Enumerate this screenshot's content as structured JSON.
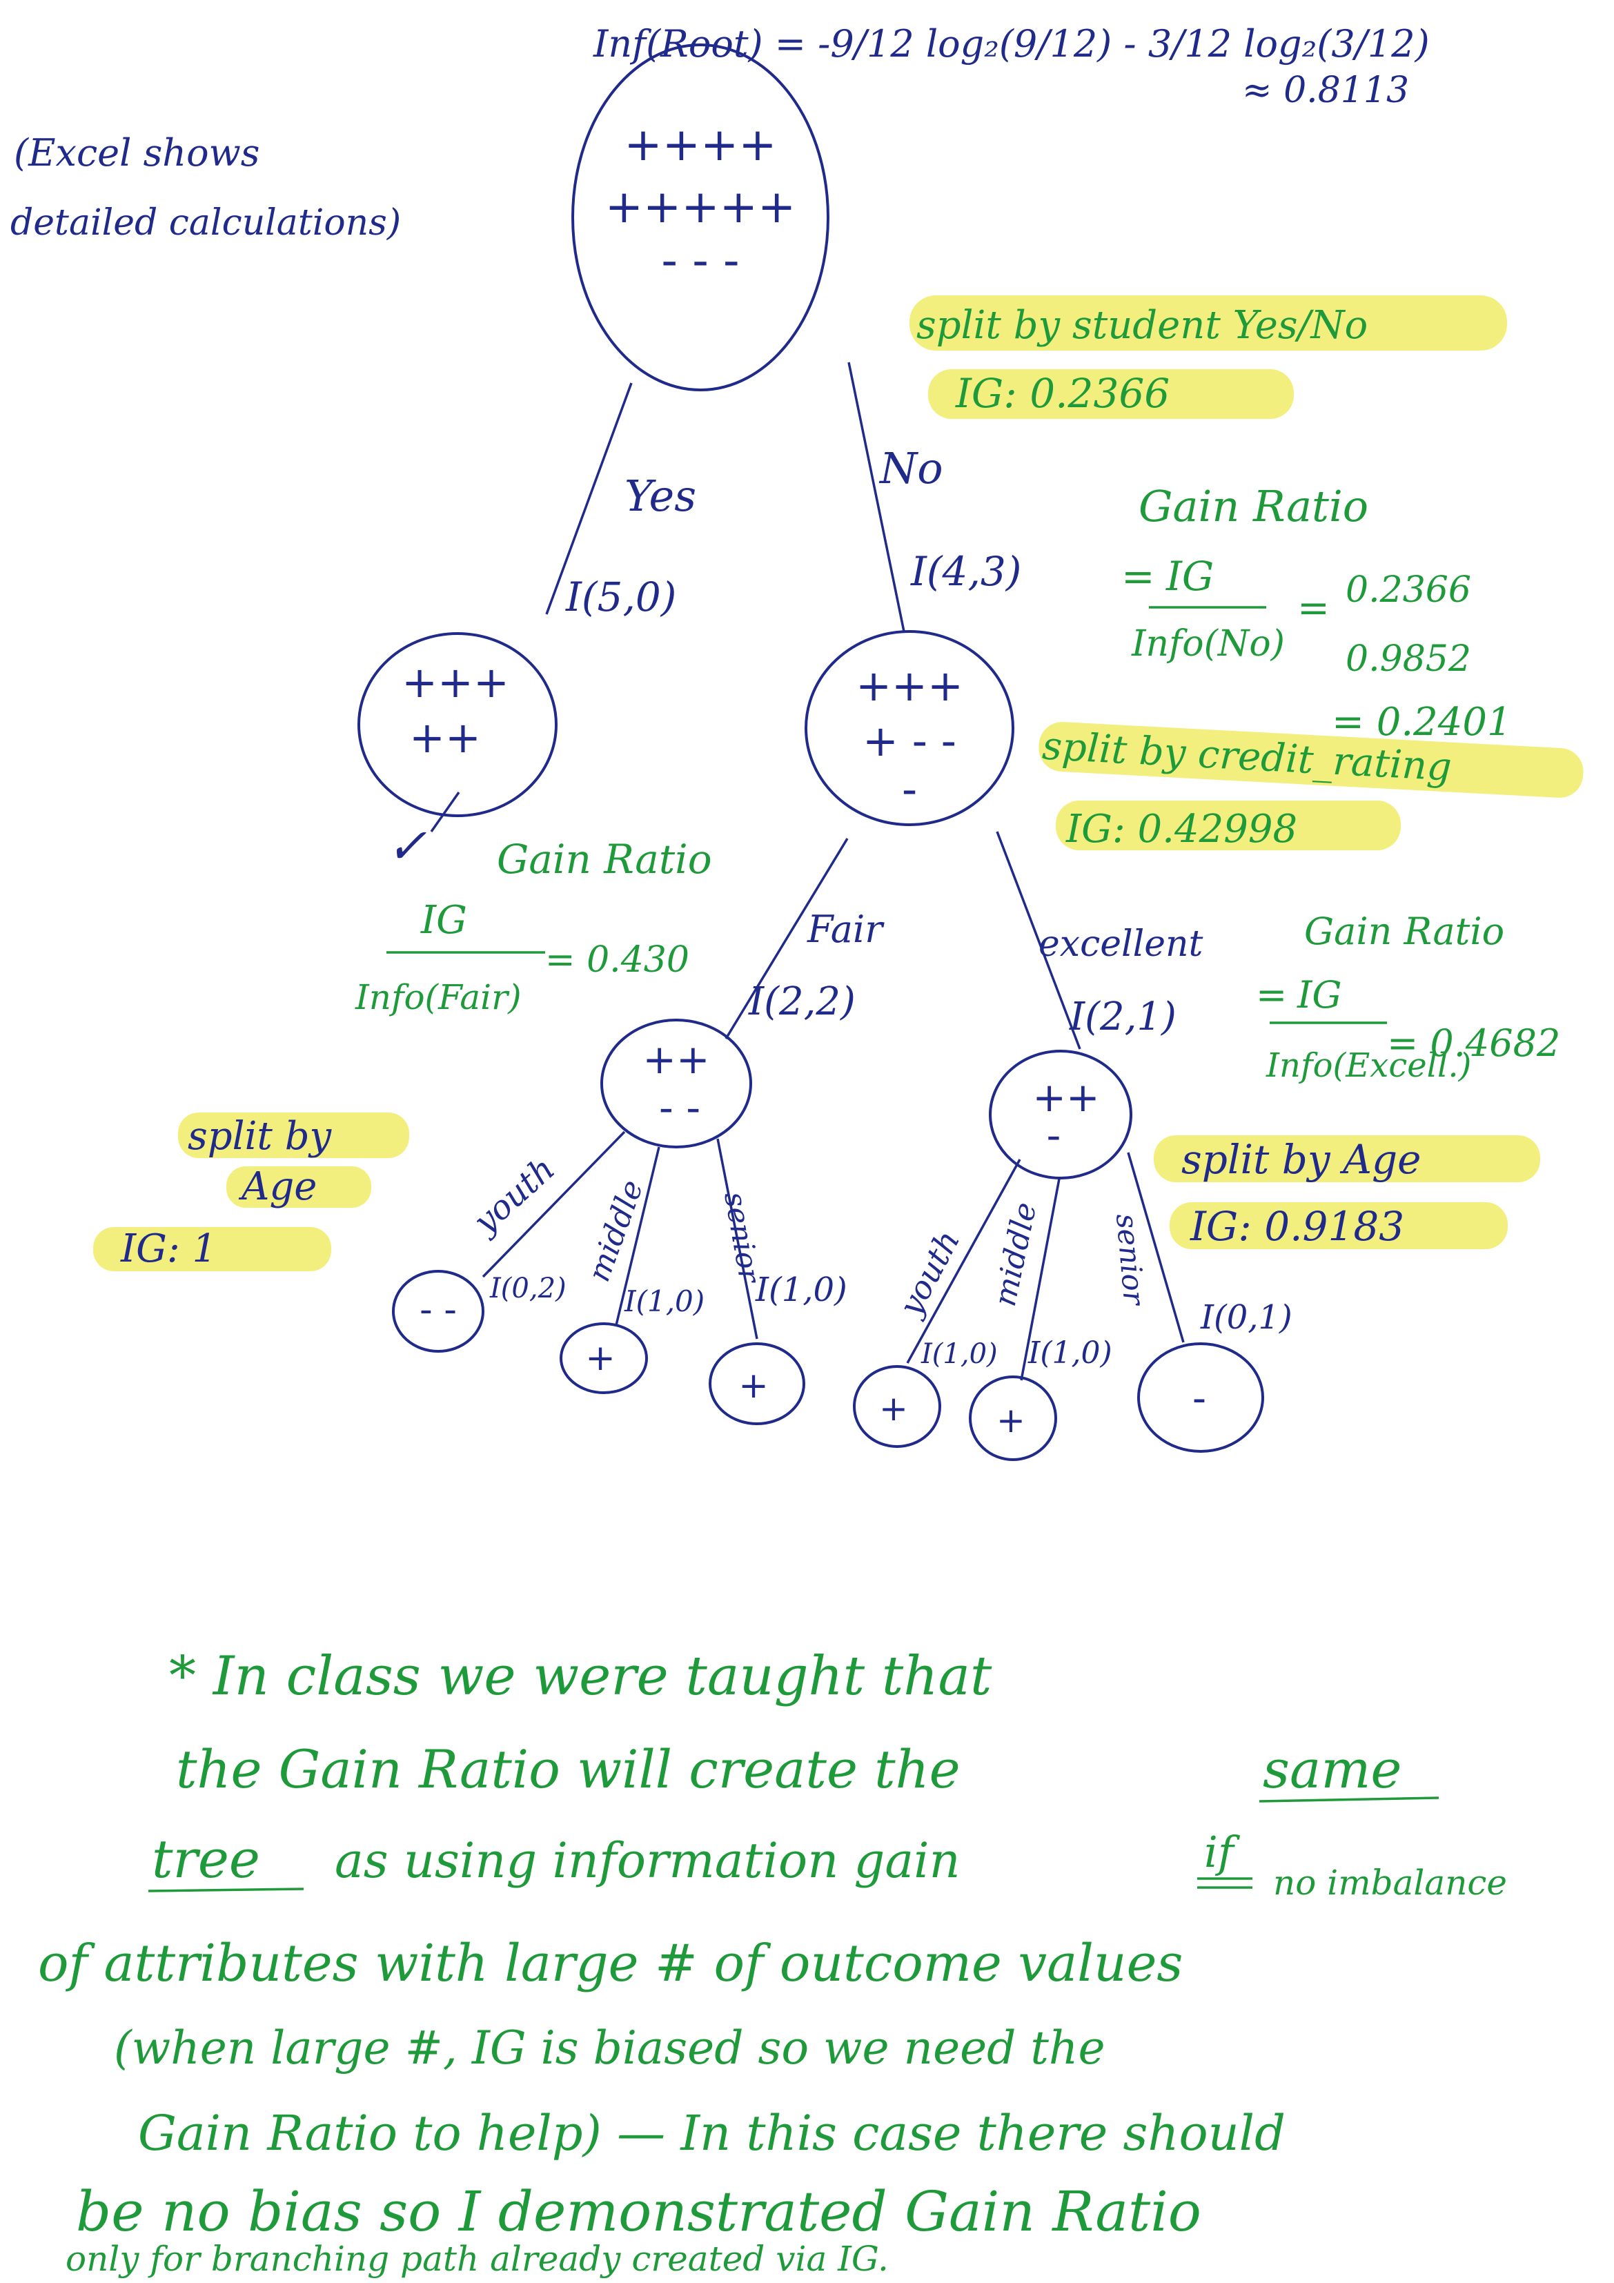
{
  "root_formula": {
    "line1": "Inf(Root) = -9/12 log₂(9/12) - 3/12 log₂(3/12)",
    "line2": "≈ 0.8113"
  },
  "excel_note": {
    "line1": "(Excel shows",
    "line2": "detailed calculations)"
  },
  "root_node": {
    "row1": "++++",
    "row2": "+++++",
    "row3": "- - -"
  },
  "split_student": {
    "text": "split by student Yes/No",
    "ig": "IG: 0.2366"
  },
  "edge_yes": {
    "label": "Yes",
    "info": "I(5,0)"
  },
  "edge_no": {
    "label": "No",
    "info": "I(4,3)"
  },
  "yes_node": {
    "row1": "+++",
    "row2": "++"
  },
  "check_mark": "✓",
  "no_node": {
    "row1": "+++",
    "row2": "+ - -",
    "row3": "-"
  },
  "gain_ratio_no": {
    "title": "Gain Ratio",
    "eq_prefix": "=",
    "num": "IG",
    "den": "Info(No)",
    "val_num": "0.2366",
    "val_den": "0.9852",
    "result": "= 0.2401"
  },
  "split_credit": {
    "text": "split by credit_rating",
    "ig": "IG: 0.42998"
  },
  "gain_ratio_fair": {
    "title": "Gain Ratio",
    "num": "IG",
    "den": "Info(Fair)",
    "result": "= 0.430"
  },
  "edge_fair": {
    "label": "Fair",
    "info": "I(2,2)"
  },
  "edge_excellent": {
    "label": "excellent",
    "info": "I(2,1)"
  },
  "gain_ratio_excellent": {
    "title": "Gain Ratio",
    "eq_prefix": "=",
    "num": "IG",
    "den": "Info(Excell.)",
    "result": "= 0.4682"
  },
  "fair_node": {
    "row1": "++",
    "row2": "- -"
  },
  "excellent_node": {
    "row1": "++",
    "row2": "-"
  },
  "split_age_left": {
    "line1": "split by",
    "line2": "Age",
    "ig": "IG: 1"
  },
  "split_age_right": {
    "text": "split by Age",
    "ig": "IG: 0.9183"
  },
  "fair_children": {
    "youth": {
      "label": "youth",
      "info": "I(0,2)",
      "leaf": "- -"
    },
    "middle": {
      "label": "middle",
      "info": "I(1,0)",
      "leaf": "+"
    },
    "senior": {
      "label": "senior",
      "info": "I(1,0)",
      "leaf": "+"
    }
  },
  "excellent_children": {
    "youth": {
      "label": "youth",
      "info": "I(1,0)",
      "leaf": "+"
    },
    "middle": {
      "label": "middle",
      "info": "I(1,0)",
      "leaf": "+"
    },
    "senior": {
      "label": "senior",
      "info": "I(0,1)",
      "leaf": "-"
    }
  },
  "footnote": {
    "line1": "* In class we were taught that",
    "line2_a": "the Gain Ratio will create the",
    "line2_b": "same",
    "line3_a": "tree",
    "line3_b": "as using information gain",
    "line3_c": "if",
    "line3_d": "no imbalance",
    "line4": "of attributes with large # of outcome values",
    "line5": "(when large #, IG is biased so we need the",
    "line6": "Gain Ratio to help) — In this case there should",
    "line7": "be no bias so I demonstrated Gain Ratio",
    "line8": "only for branching path already created via IG."
  },
  "colors": {
    "ink_blue": "#1f2a8a",
    "ink_green": "#1f9a3a",
    "highlight": "#f3ef7e"
  }
}
